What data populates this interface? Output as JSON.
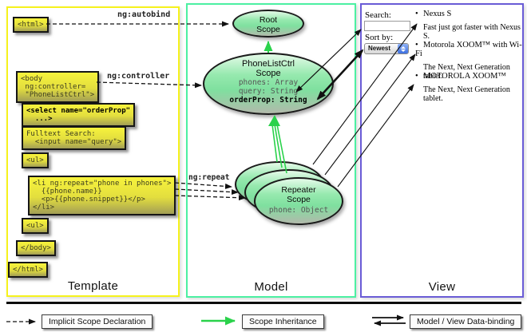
{
  "columns": {
    "template": {
      "label": "Template"
    },
    "model": {
      "label": "Model"
    },
    "view": {
      "label": "View"
    }
  },
  "template": {
    "boxes": {
      "html_open": "<html>",
      "body_open": "<body\n ng:controller=\n \"PhoneListCtrl\">",
      "select": "<select name=\"orderProp\"\n  ...>",
      "fulltext": "Fulltext Search:\n  <input name=\"query\">",
      "ul_open": "<ul>",
      "li_repeat": "<li ng:repeat=\"phone in phones\">\n  {{phone.name}}\n  <p>{{phone.snippet}}</p>\n</li>",
      "ul_close": "<ul>",
      "body_close": "</body>",
      "html_close": "</html>"
    }
  },
  "edges": {
    "autobind": "ng:autobind",
    "controller": "ng:controller",
    "repeat": "ng:repeat"
  },
  "model": {
    "root_scope": {
      "title": "Root\nScope"
    },
    "phonelist_scope": {
      "title": "PhoneListCtrl\nScope",
      "props": [
        "phones: Array",
        "query: String"
      ],
      "prop_bold": "orderProp: String"
    },
    "repeater_scope": {
      "title": "Repeater\nScope",
      "prop": "phone: Object"
    }
  },
  "view": {
    "search_label": "Search:",
    "sort_label": "Sort by:",
    "sort_value": "Newest",
    "bullet": "•",
    "items": [
      {
        "name": "Nexus S",
        "desc": "Fast just got faster with Nexus S."
      },
      {
        "name": "Motorola XOOM™ with Wi-Fi",
        "desc": "The Next, Next Generation tablet."
      },
      {
        "name": "MOTOROLA XOOM™",
        "desc": "The Next, Next Generation tablet."
      }
    ]
  },
  "legend": {
    "implicit": "Implicit Scope Declaration",
    "inheritance": "Scope Inheritance",
    "databinding": "Model / View Data-binding"
  },
  "colors": {
    "template_border": "#f6f21c",
    "model_border": "#4cf0a2",
    "view_border": "#6a5cd6",
    "scope_green": "#2ad24b",
    "box_yellow": "#e3de3e"
  }
}
